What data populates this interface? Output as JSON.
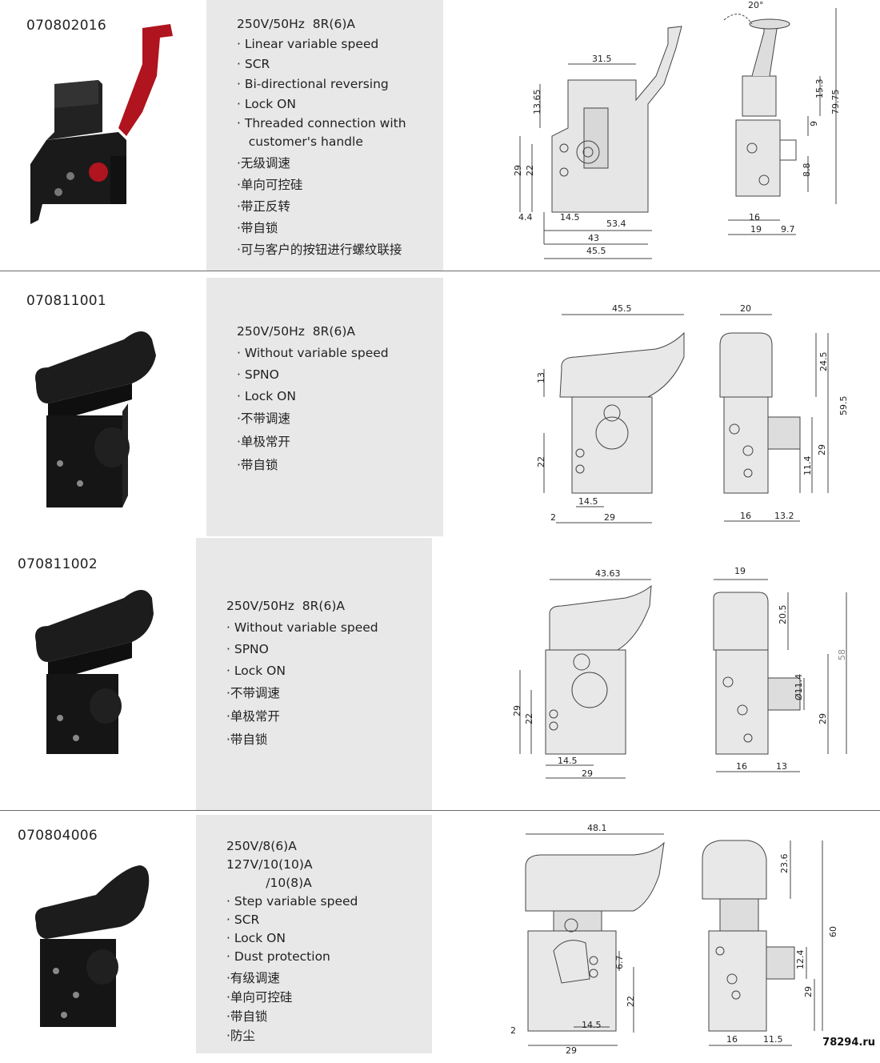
{
  "products": [
    {
      "code": "070802016",
      "specs": [
        "250V/50Hz  8R(6)A",
        "· Linear variable speed",
        "· SCR",
        "· Bi-directional reversing",
        "· Lock ON",
        "· Threaded connection with",
        "   customer's handle",
        "·无级调速",
        "·单向可控硅",
        "·带正反转",
        "·带自锁",
        "·可与客户的按钮进行螺纹联接"
      ],
      "dims_front": [
        "31.5",
        "13.65",
        "29",
        "22",
        "4.4",
        "14.5",
        "53.4",
        "43",
        "45.5"
      ],
      "dims_side": [
        "20°",
        "15.3",
        "79.75",
        "9",
        "8.8",
        "16",
        "19",
        "9.7"
      ]
    },
    {
      "code": "070811001",
      "specs": [
        "250V/50Hz  8R(6)A",
        "· Without variable speed",
        "· SPNO",
        "· Lock ON",
        "·不带调速",
        "·单极常开",
        "·带自锁"
      ],
      "dims_front": [
        "45.5",
        "13",
        "22",
        "14.5",
        "2",
        "29"
      ],
      "dims_side": [
        "20",
        "24.5",
        "59.5",
        "11.4",
        "29",
        "16",
        "13.2"
      ]
    },
    {
      "code": "070811002",
      "specs": [
        "250V/50Hz  8R(6)A",
        "· Without variable speed",
        "· SPNO",
        "· Lock ON",
        "·不带调速",
        "·单极常开",
        "·带自锁"
      ],
      "dims_front": [
        "43.63",
        "29",
        "22",
        "14.5",
        "29"
      ],
      "dims_side": [
        "19",
        "20.5",
        "58",
        "Ø11.4",
        "29",
        "16",
        "13"
      ]
    },
    {
      "code": "070804006",
      "specs": [
        "250V/8(6)A",
        "127V/10(10)A",
        "          /10(8)A",
        "· Step variable speed",
        "· SCR",
        "· Lock ON",
        "· Dust protection",
        "·有级调速",
        "·单向可控硅",
        "·带自锁",
        "·防尘"
      ],
      "dims_front": [
        "48.1",
        "6.7",
        "22",
        "2",
        "14.5",
        "29"
      ],
      "dims_side": [
        "23.6",
        "60",
        "12.4",
        "29",
        "16",
        "11.5"
      ]
    }
  ],
  "colors": {
    "panel": "#e8e8e8",
    "trigger_red": "#b0141e",
    "body_black": "#1a1a1a",
    "divider": "#6b6b6b"
  },
  "watermark": "78294.ru"
}
